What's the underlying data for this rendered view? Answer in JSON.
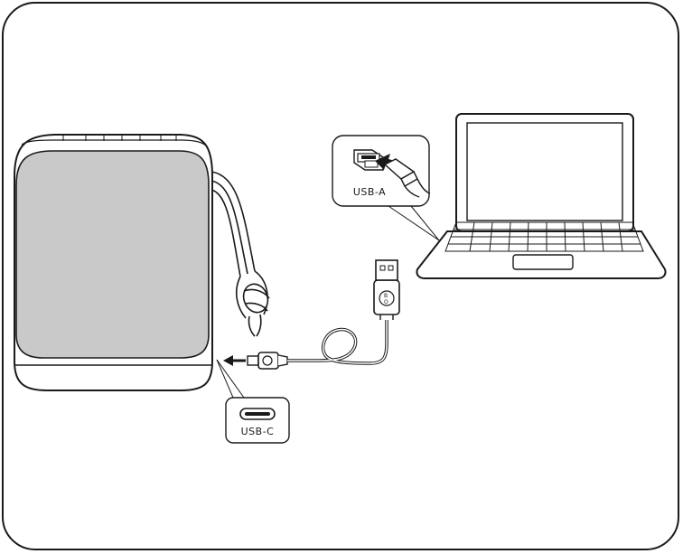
{
  "diagram": {
    "callouts": {
      "usb_a": {
        "label": "USB-A"
      },
      "usb_c": {
        "label": "USB-C"
      }
    },
    "colors": {
      "stroke": "#1a1a1a",
      "speaker_grille": "#c9c9c9",
      "background": "#ffffff"
    },
    "icons": [
      "bang-olufsen-logo",
      "arrow-left-icon",
      "arrow-into-port-icon"
    ]
  }
}
